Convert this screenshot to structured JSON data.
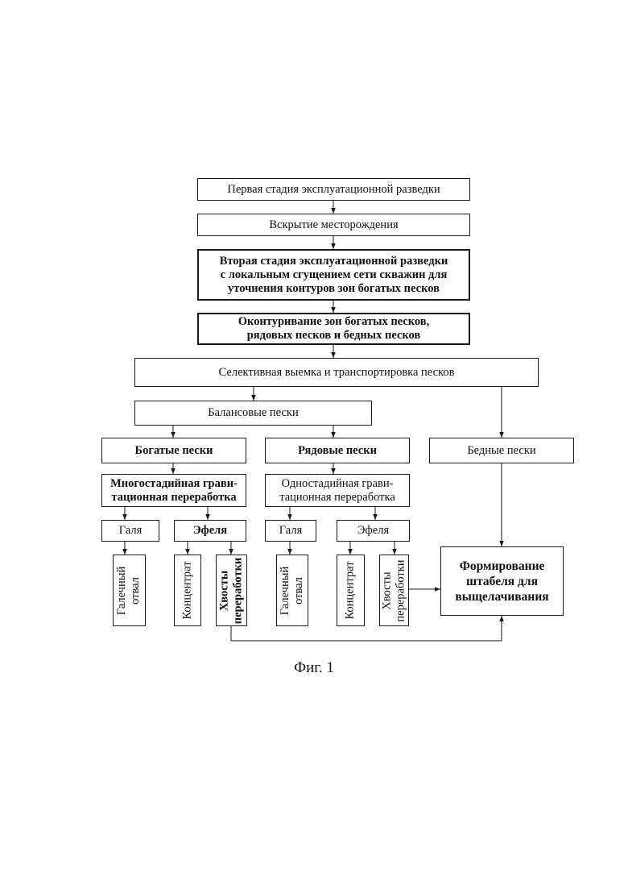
{
  "boxes": {
    "stage1": "Первая стадия эксплуатационной разведки",
    "opening": "Вскрытие месторождения",
    "stage2_l1": "Вторая стадия эксплуатационной разведки",
    "stage2_l2": "с локальным сгущением сети скважин для",
    "stage2_l3": "уточнения контуров зон богатых песков",
    "contour_l1": "Оконтуривание зон богатых песков,",
    "contour_l2": "рядовых песков и бедных песков",
    "selective": "Селективная выемка и транспортировка песков",
    "balance": "Балансовые пески",
    "rich": "Богатые пески",
    "ordinary": "Рядовые пески",
    "poor": "Бедные пески",
    "multi_l1": "Многостадийная грави-",
    "multi_l2": "тационная переработка",
    "single_l1": "Одностадийная грави-",
    "single_l2": "тационная переработка",
    "galya1": "Галя",
    "efelya1": "Эфеля",
    "galya2": "Галя",
    "efelya2": "Эфеля",
    "dump1_l1": "Галечный",
    "dump1_l2": "отвал",
    "conc1": "Концентрат",
    "tails1_l1": "Хвосты",
    "tails1_l2": "переработки",
    "dump2_l1": "Галечный",
    "dump2_l2": "отвал",
    "conc2": "Концентрат",
    "tails2_l1": "Хвосты",
    "tails2_l2": "переработки",
    "heap_l1": "Формирование",
    "heap_l2": "штабеля для",
    "heap_l3": "выщелачивания"
  },
  "caption": "Фиг. 1"
}
